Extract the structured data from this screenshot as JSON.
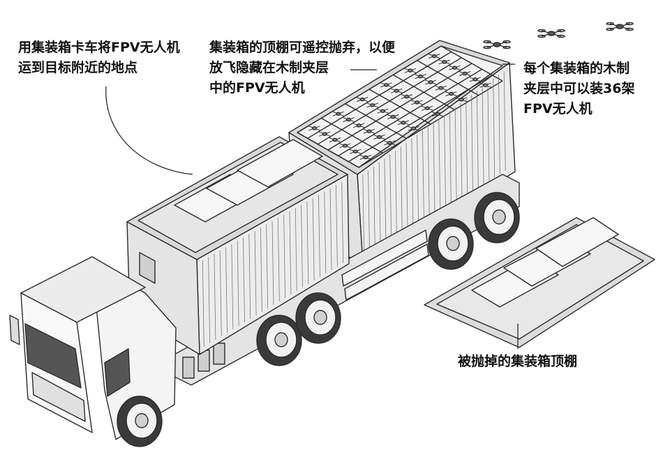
{
  "annotations": {
    "truck": {
      "lines": [
        "用集装箱卡车将FPV无人机",
        "运到目标附近的地点"
      ]
    },
    "roof": {
      "lines": [
        "集装箱的顶棚可遥控抛弃，以便",
        "放飞隐藏在木制夹层",
        "中的FPV无人机"
      ]
    },
    "capacity": {
      "lines": [
        "每个集装箱的木制",
        "夹层中可以装36架",
        "FPV无人机"
      ]
    },
    "discarded": {
      "lines": [
        "被抛掉的集装箱顶棚"
      ]
    }
  },
  "colors": {
    "outline": "#2b2b2b",
    "container_side": "#ececec",
    "container_top": "#d9d9d9",
    "panel": "#f4f4f4",
    "wheel": "#3a3a3a"
  }
}
